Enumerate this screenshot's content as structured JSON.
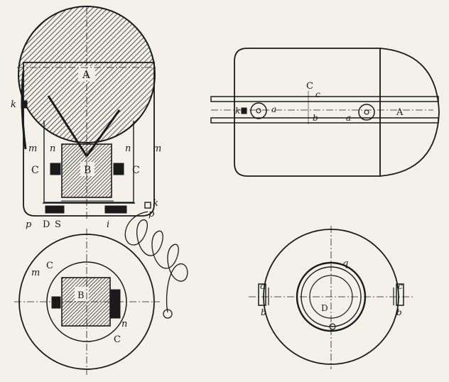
{
  "colors": {
    "paper": "#f4f1ea",
    "ink": "#1a1a1a",
    "hatch": "#2a2a2a"
  },
  "view_front": {
    "balloon": "A",
    "basket": "B",
    "chamber_left": "C",
    "chamber_right": "C",
    "k_top": "k",
    "k_bottom": "k",
    "m_left": "m",
    "m_right": "m",
    "n_left": "n",
    "n_right": "n",
    "p_left": "p",
    "p_right": "p",
    "D": "D",
    "S": "S",
    "i": "i"
  },
  "view_plan_top": {
    "C_upper": "C",
    "c": "c",
    "k": "k",
    "a_left": "a",
    "a_right": "a",
    "b": "b",
    "A": "A"
  },
  "view_section_left": {
    "m": "m",
    "C_upper": "C",
    "B": "B",
    "n": "n",
    "C_lower": "C"
  },
  "view_section_right": {
    "q": "q",
    "D": "D",
    "c_left": "c",
    "c_right": "c",
    "b_left": "b",
    "b_right": "b"
  }
}
